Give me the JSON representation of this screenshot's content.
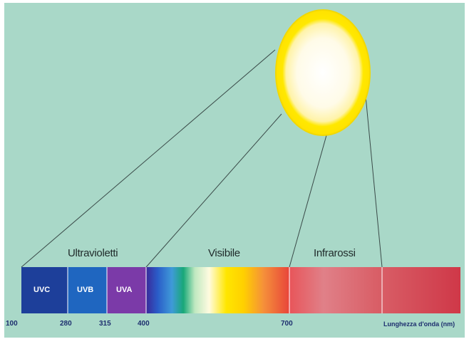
{
  "regions": {
    "ultraviolet": "Ultravioletti",
    "visible": "Visibile",
    "infrared": "Infrarossi"
  },
  "bands": {
    "uvc": "UVC",
    "uvb": "UVB",
    "uva": "UVA"
  },
  "ticks": [
    "100",
    "280",
    "315",
    "400",
    "700"
  ],
  "axis_label": "Lunghezza d'onda (nm)",
  "colors": {
    "background": "#a9d8c8",
    "uvc": "#1d3f9a",
    "uvb": "#1f66c0",
    "uva": "#7b3aa8",
    "infrared": "#d8434f",
    "sun_outer": "#ffe800",
    "sun_inner": "#ffffff"
  },
  "icons": {
    "sun": "sun-icon"
  }
}
